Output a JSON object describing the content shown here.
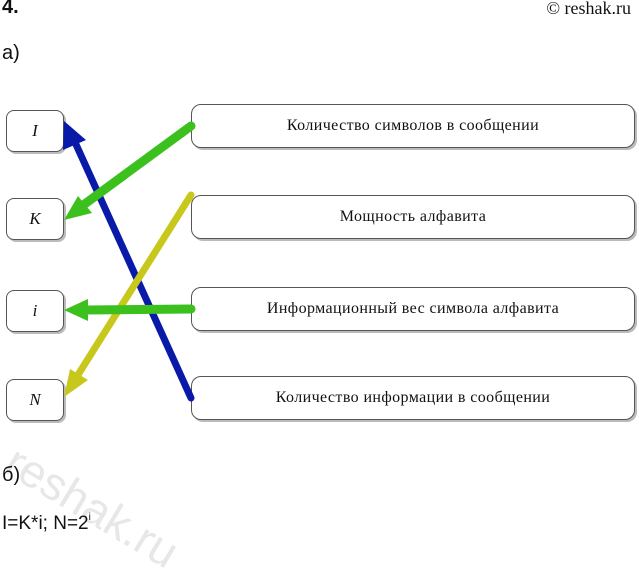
{
  "header": {
    "task_number": "4.",
    "copyright": "© reshak.ru"
  },
  "part_a": {
    "label": "а)"
  },
  "symbols": [
    "I",
    "K",
    "i",
    "N"
  ],
  "descriptions": [
    "Количество символов в сообщении",
    "Мощность алфавита",
    "Информационный вес символа алфавита",
    "Количество информации в сообщении"
  ],
  "arrow_colors": {
    "green": "#3cc01e",
    "yellow": "#c8c81c",
    "blue": "#0a1aa8"
  },
  "part_b": {
    "label": "б)",
    "formula_main": "I=K*i; N=2",
    "formula_exp": "i"
  },
  "watermark": "reshak.ru"
}
